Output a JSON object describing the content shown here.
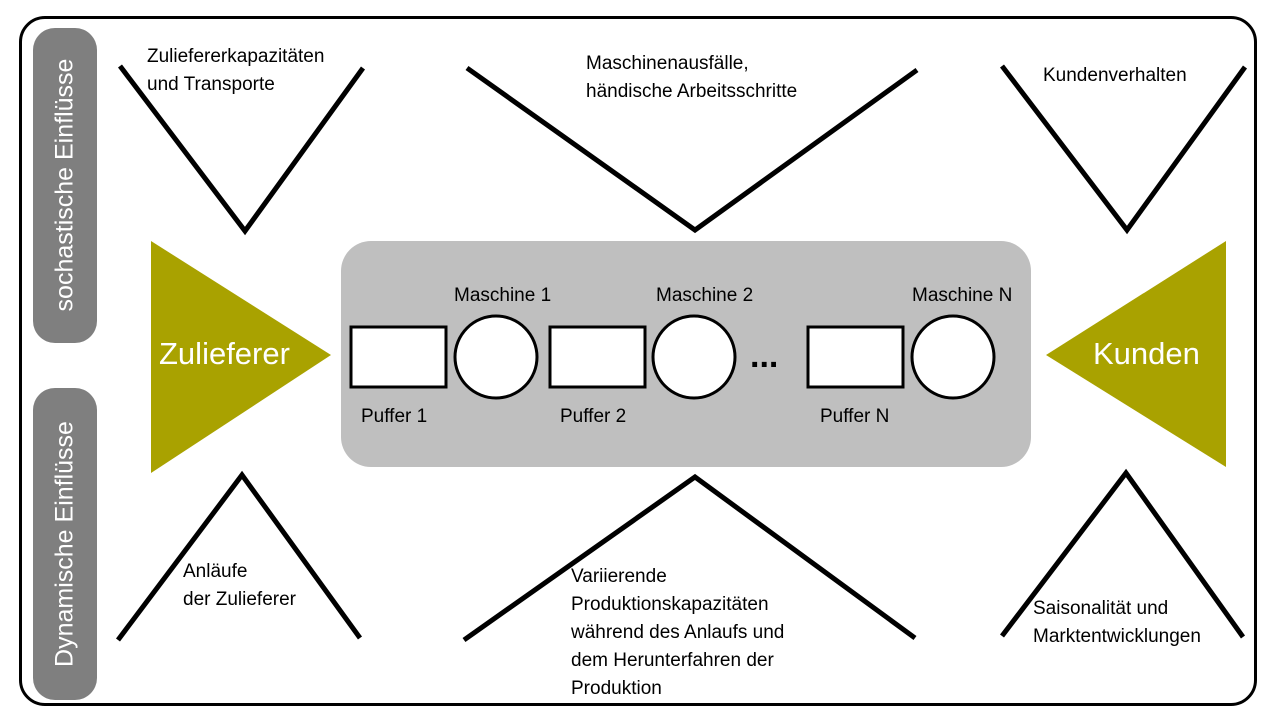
{
  "side_labels": {
    "stochastic": "sochastische Einflüsse",
    "dynamic": "Dynamische Einflüsse"
  },
  "endpoints": {
    "supplier": "Zulieferer",
    "customer": "Kunden"
  },
  "process": {
    "machines": [
      "Maschine 1",
      "Maschine 2",
      "Maschine N"
    ],
    "buffers": [
      "Puffer 1",
      "Puffer 2",
      "Puffer N"
    ],
    "ellipsis": "..."
  },
  "top_influences": {
    "left": [
      "Zuliefererkapazitäten",
      "und  Transporte"
    ],
    "center": [
      "Maschinenausfälle,",
      "händische Arbeitsschritte"
    ],
    "right": [
      "Kundenverhalten"
    ]
  },
  "bottom_influences": {
    "left": [
      "Anläufe",
      "der Zulieferer"
    ],
    "center": [
      "Variierende",
      "Produktionskapazitäten",
      "während des Anlaufs und",
      "dem Herunterfahren der",
      "Produktion"
    ],
    "right": [
      "Saisonalität und",
      "Marktentwicklungen"
    ]
  },
  "colors": {
    "pill": "#7f7f7f",
    "process_area": "#bfbfbf",
    "endpoint": "#a9a200",
    "stroke": "#000000"
  }
}
